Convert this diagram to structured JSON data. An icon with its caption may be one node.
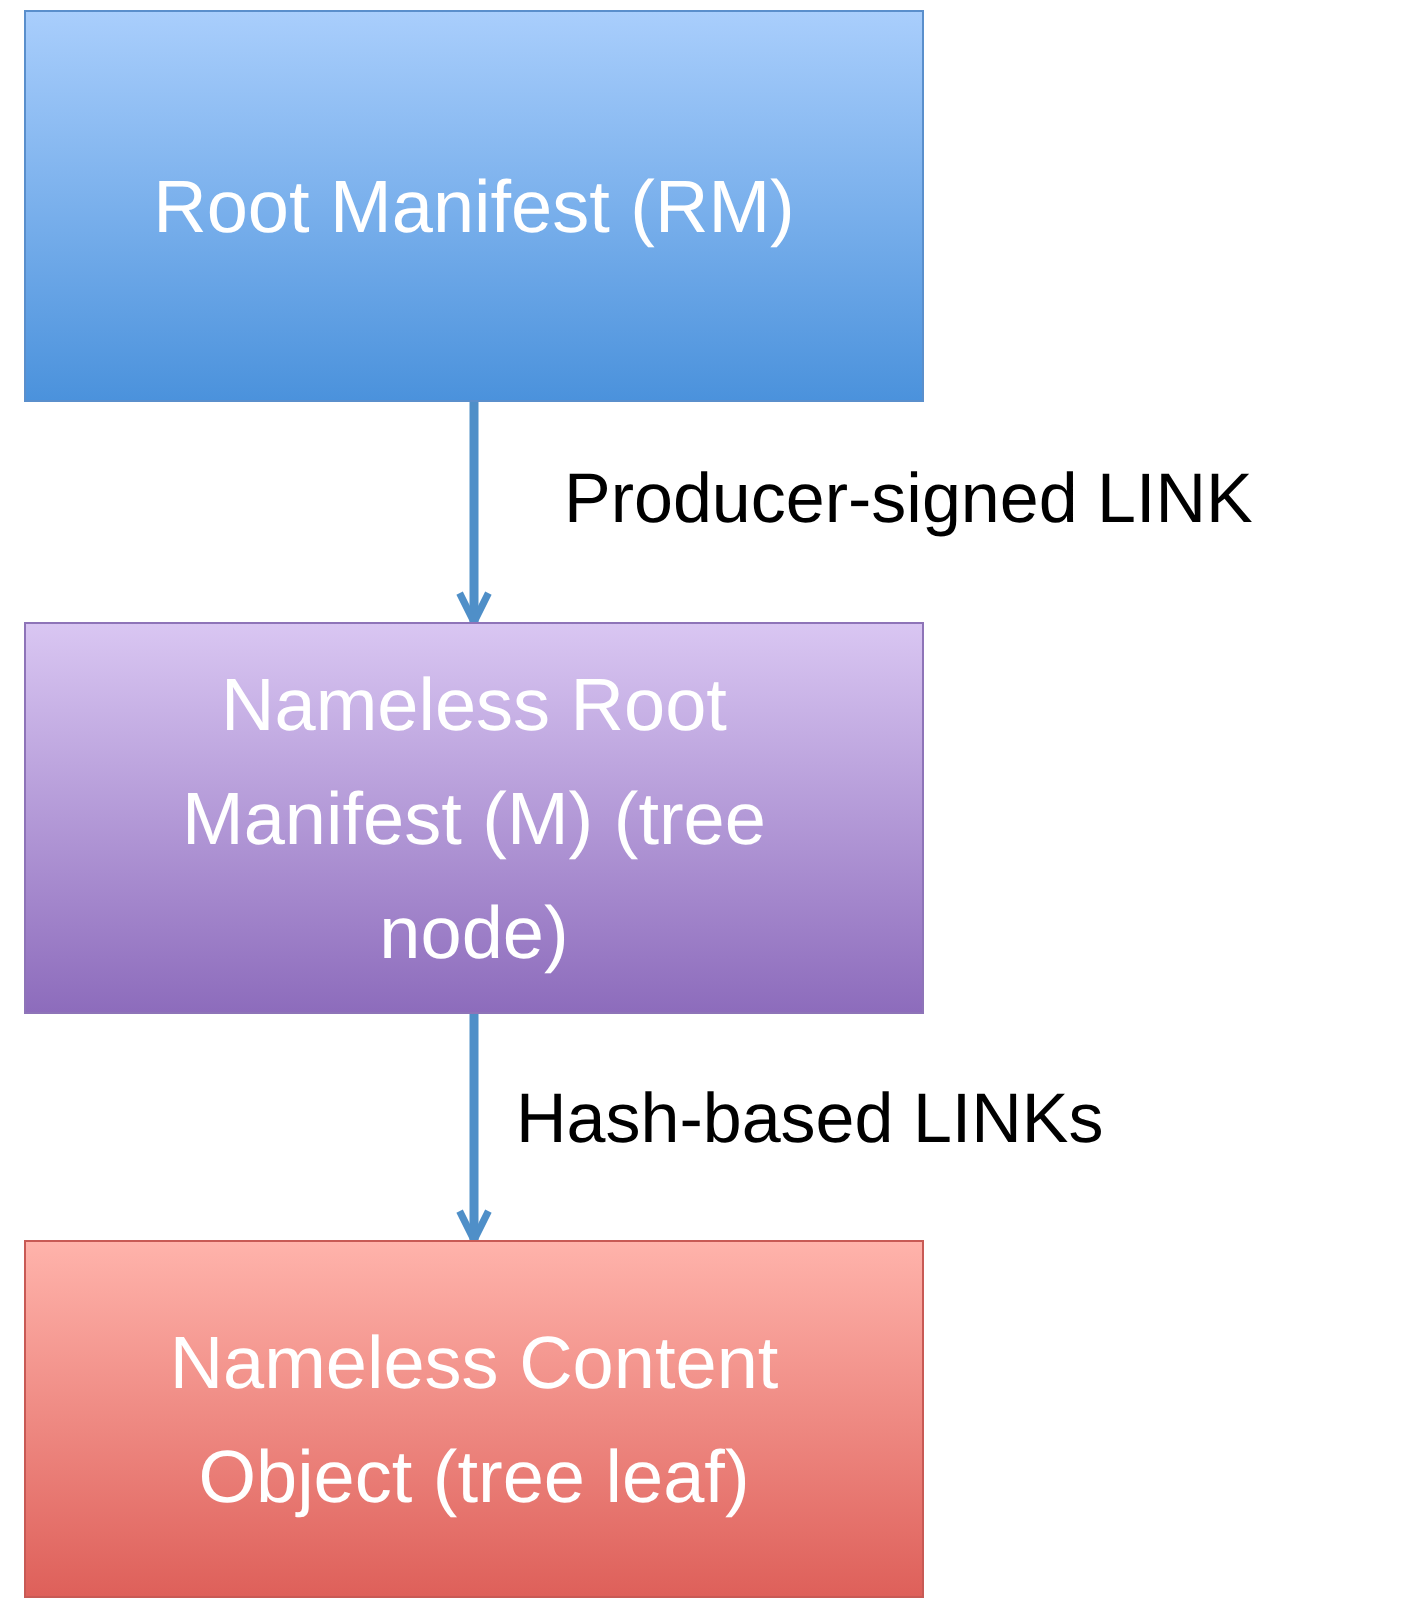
{
  "diagram": {
    "nodes": [
      {
        "text": [
          "Root Manifest (RM)"
        ]
      },
      {
        "text": [
          "Nameless Root Manifest (M) (tree node)"
        ]
      },
      {
        "text": [
          "Nameless Content Object (tree leaf)"
        ]
      }
    ],
    "edges": [
      {
        "from": 0,
        "to": 1,
        "arrow": "to",
        "label": "Producer-signed LINK"
      },
      {
        "from": 1,
        "to": 2,
        "arrow": "to",
        "label": "Hash-based LINKs"
      }
    ]
  }
}
